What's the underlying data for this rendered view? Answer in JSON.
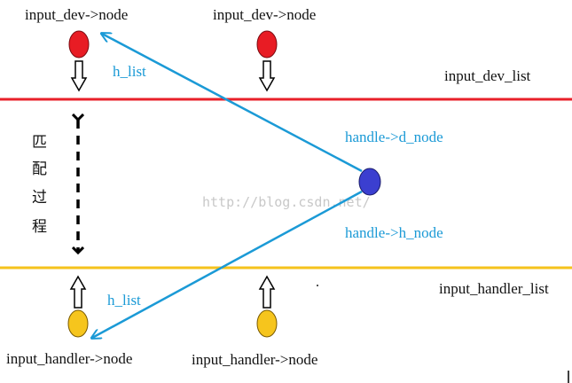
{
  "labels": {
    "dev_node_1": "input_dev->node",
    "dev_node_2": "input_dev->node",
    "dev_list": "input_dev_list",
    "handler_list": "input_handler_list",
    "handler_node_1": "input_handler->node",
    "handler_node_2": "input_handler->node",
    "h_list_top": "h_list",
    "h_list_bottom": "h_list",
    "handle_d_node": "handle->d_node",
    "handle_h_node": "handle->h_node",
    "match_process": [
      "匹",
      "配",
      "过",
      "程"
    ],
    "watermark": "http://blog.csdn.net/"
  },
  "colors": {
    "dev_line": "#e8202a",
    "handler_line": "#f5c21c",
    "dev_node": "#e81c24",
    "handler_node": "#f6c51d",
    "handle_node": "#3b3fd0",
    "arrow_blue": "#1b9ad6"
  }
}
